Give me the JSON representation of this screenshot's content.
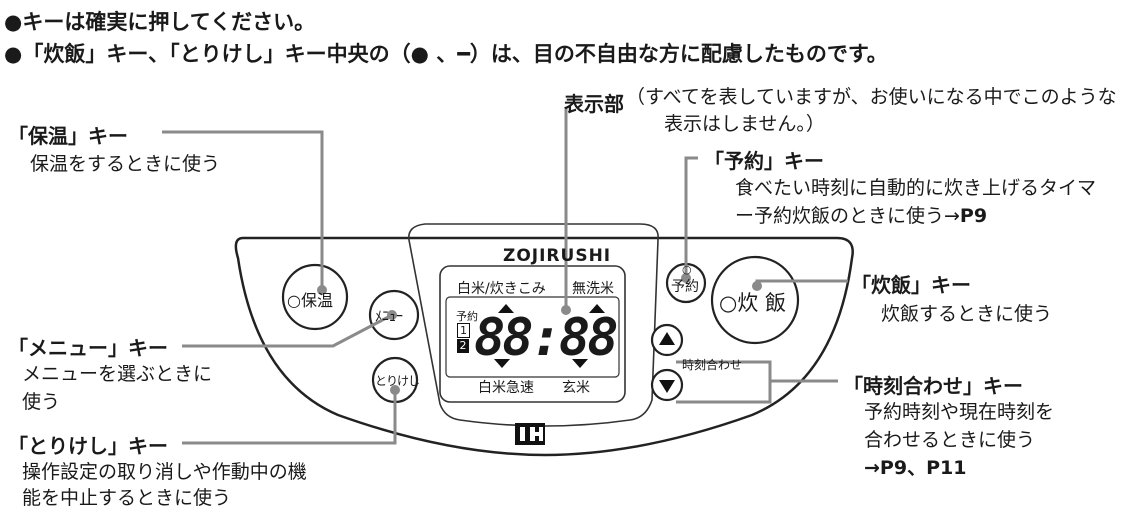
{
  "notes": [
    "●キーは確実に押してください。",
    "●「炊飯」キー、「とりけし」キー中央の（● 、━）は、目の不自由な方に配慮したものです。"
  ],
  "display": {
    "title": "表示部",
    "desc_line1": "（すべてを表していますが、お使いになる中でこのような",
    "desc_line2": "表示はしません。）"
  },
  "keys": {
    "hoon": {
      "title": "「保温」キー",
      "desc": "保温をするときに使う"
    },
    "menu": {
      "title": "「メニュー」キー",
      "desc_line1": "メニューを選ぶときに",
      "desc_line2": "使う"
    },
    "torikeshi": {
      "title": "「とりけし」キー",
      "desc_line1": "操作設定の取り消しや作動中の機",
      "desc_line2": "能を中止するときに使う"
    },
    "yoyaku": {
      "title": "「予約」キー",
      "desc_line1": "食べたい時刻に自動的に炊き上げるタイマ",
      "desc_line2_text": "ー予約炊飯のときに使う→",
      "desc_line2_ref": "P9"
    },
    "suihan": {
      "title": "「炊飯」キー",
      "desc": "炊飯するときに使う"
    },
    "jikoku": {
      "title": "「時刻合わせ」キー",
      "desc_line1": "予約時刻や現在時刻を",
      "desc_line2": "合わせるときに使う",
      "desc_line3": "→P9、P11"
    }
  },
  "panel": {
    "brand": "ZOJIRUSHI",
    "logo": "IH",
    "btn_hoon": "○保温",
    "btn_menu": "ﾒﾆｭｰ",
    "btn_torikeshi": "とりけし",
    "btn_yoyaku_mark": "○",
    "btn_yoyaku": "予約",
    "btn_suihan": "○炊 飯",
    "time_set_label": "時刻合わせ",
    "lcd_top_left": "白米/炊きこみ",
    "lcd_top_right": "無洗米",
    "lcd_bottom_left": "白米急速",
    "lcd_bottom_right": "玄米",
    "lcd_yoyaku": "予約",
    "lcd_num1": "1",
    "lcd_num2": "2",
    "lcd_digits": "88:88"
  },
  "icons": [
    "up-arrow-icon",
    "down-arrow-icon",
    "triangle-marker-icon"
  ]
}
